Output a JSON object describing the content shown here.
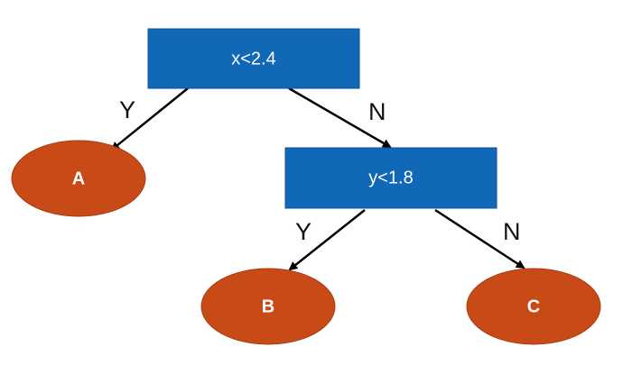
{
  "decision_tree": {
    "root": {
      "condition": "x<2.4",
      "yes_label": "Y",
      "no_label": "N"
    },
    "inner": {
      "condition": "y<1.8",
      "yes_label": "Y",
      "no_label": "N"
    },
    "leaves": {
      "a": "A",
      "b": "B",
      "c": "C"
    }
  },
  "colors": {
    "decision_node": "#1168b6",
    "leaf_node": "#c84a16",
    "edge": "#000000"
  }
}
